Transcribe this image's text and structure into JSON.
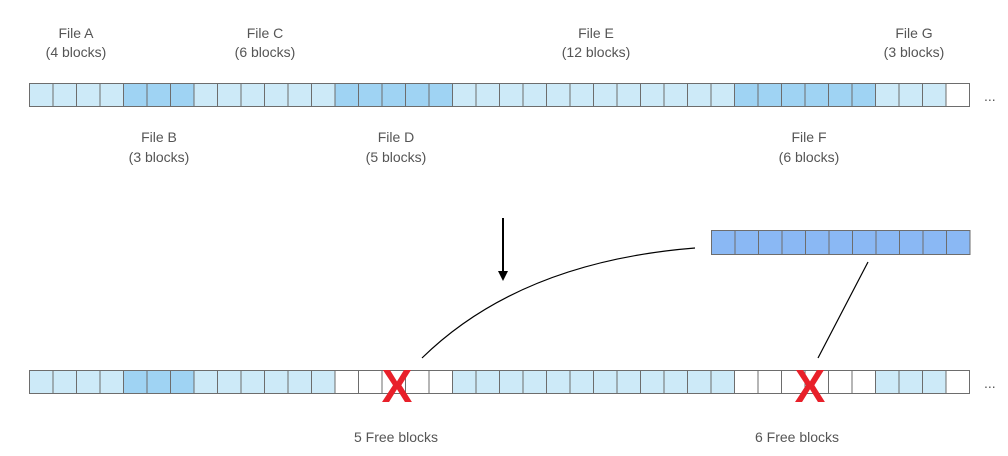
{
  "top_labels": [
    {
      "name": "File A",
      "size": "(4 blocks)"
    },
    {
      "name": "File C",
      "size": "(6 blocks)"
    },
    {
      "name": "File E",
      "size": "(12 blocks)"
    },
    {
      "name": "File G",
      "size": "(3 blocks)"
    }
  ],
  "bottom_labels": [
    {
      "name": "File B",
      "size": "(3 blocks)"
    },
    {
      "name": "File D",
      "size": "(5 blocks)"
    },
    {
      "name": "File F",
      "size": "(6 blocks)"
    }
  ],
  "ellipsis": "...",
  "free_labels": [
    "5 Free blocks",
    "6 Free blocks"
  ],
  "x_mark": "X",
  "colors": {
    "light_block": "#cdeaf8",
    "medium_block": "#9fd3f3",
    "incoming_block": "#8ab8f4",
    "empty_block": "#ffffff",
    "block_border": "#6d6d6d",
    "x_mark": "#e8202a",
    "label": "#555555"
  },
  "rows": {
    "before": "LLLLMMMLLLLLLMMMMMLLLLLLLLLLLLMMMMMMLLLE",
    "after": "LLLLMMMLLLLLLEEEEELLLLLLLLLLLLEEEEEELLLE",
    "incoming": "BBBBBBBBBBB"
  }
}
